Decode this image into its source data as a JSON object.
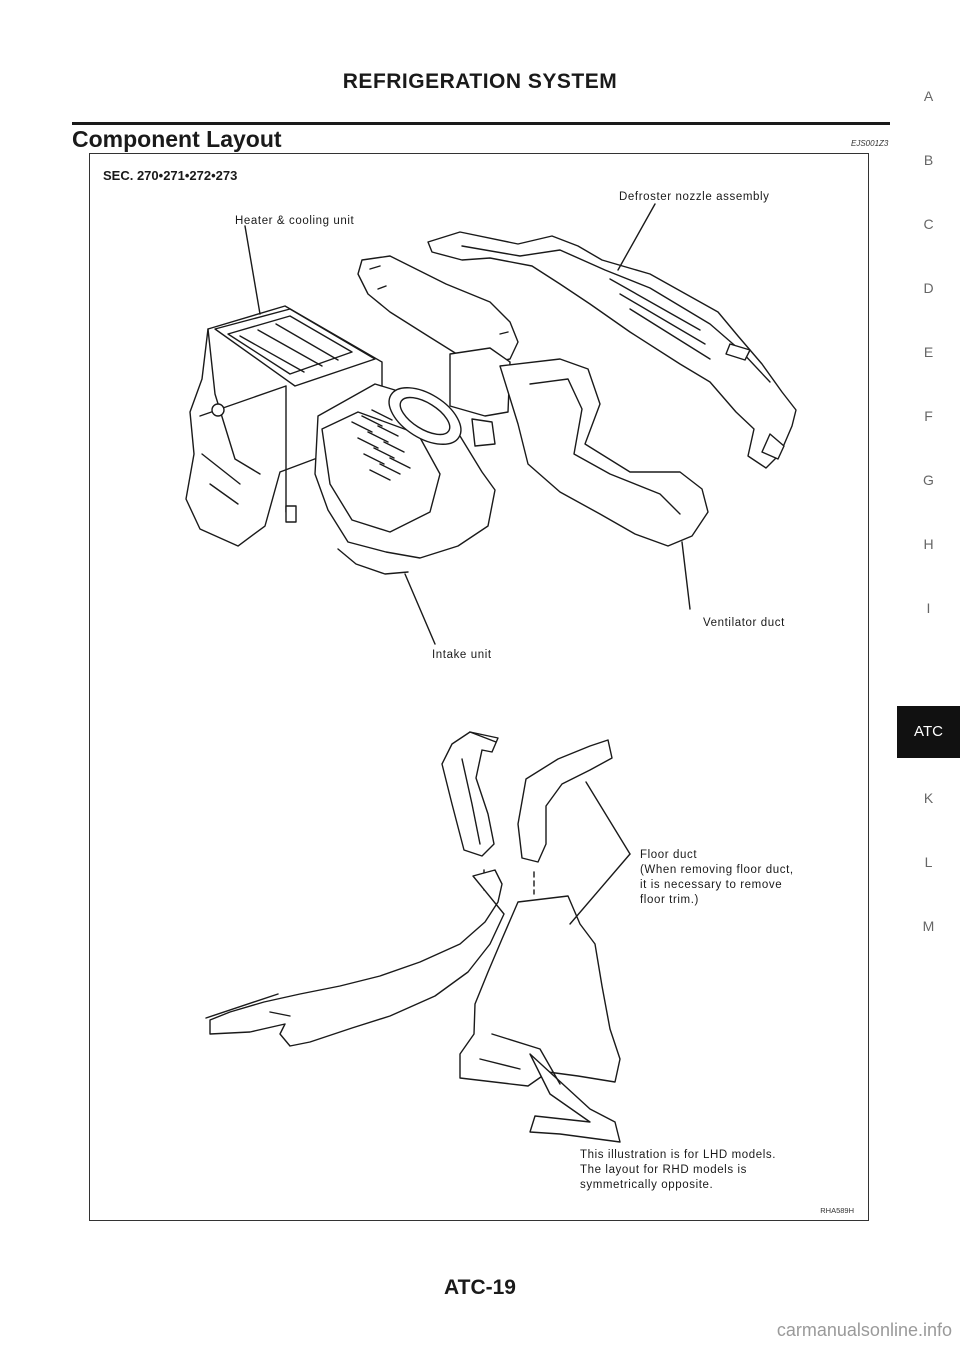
{
  "header": {
    "title": "REFRIGERATION SYSTEM"
  },
  "section": {
    "title": "Component Layout",
    "code": "EJS001Z3"
  },
  "figure": {
    "sec_ref": "SEC. 270•271•272•273",
    "labels": {
      "defroster": "Defroster nozzle assembly",
      "heater": "Heater & cooling unit",
      "ventilator": "Ventilator duct",
      "intake": "Intake unit",
      "floor_duct": [
        "Floor duct",
        "(When removing floor duct,",
        "it is necessary to remove",
        "floor trim.)"
      ],
      "note": [
        "This illustration is for LHD models.",
        "The layout for RHD models is",
        "symmetrically opposite."
      ]
    },
    "code": "RHA589H"
  },
  "side_tabs": [
    "A",
    "B",
    "C",
    "D",
    "E",
    "F",
    "G",
    "H",
    "I",
    "ATC",
    "K",
    "L",
    "M"
  ],
  "active_tab": "ATC",
  "page_number": "ATC-19",
  "watermark": "carmanualsonline.info"
}
